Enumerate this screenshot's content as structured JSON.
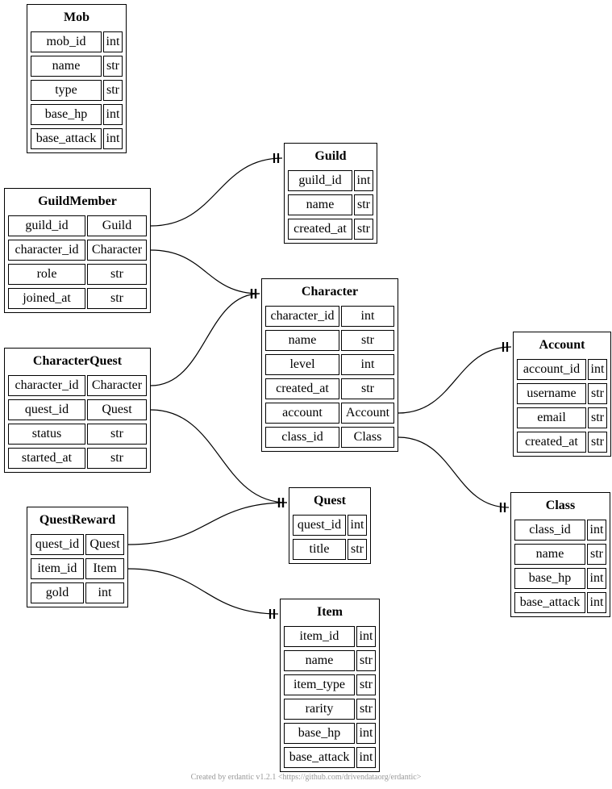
{
  "entities": [
    {
      "id": "Mob",
      "title": "Mob",
      "fields": [
        [
          "mob_id",
          "int"
        ],
        [
          "name",
          "str"
        ],
        [
          "type",
          "str"
        ],
        [
          "base_hp",
          "int"
        ],
        [
          "base_attack",
          "int"
        ]
      ]
    },
    {
      "id": "Guild",
      "title": "Guild",
      "fields": [
        [
          "guild_id",
          "int"
        ],
        [
          "name",
          "str"
        ],
        [
          "created_at",
          "str"
        ]
      ]
    },
    {
      "id": "GuildMember",
      "title": "GuildMember",
      "fields": [
        [
          "guild_id",
          "Guild"
        ],
        [
          "character_id",
          "Character"
        ],
        [
          "role",
          "str"
        ],
        [
          "joined_at",
          "str"
        ]
      ]
    },
    {
      "id": "Character",
      "title": "Character",
      "fields": [
        [
          "character_id",
          "int"
        ],
        [
          "name",
          "str"
        ],
        [
          "level",
          "int"
        ],
        [
          "created_at",
          "str"
        ],
        [
          "account",
          "Account"
        ],
        [
          "class_id",
          "Class"
        ]
      ]
    },
    {
      "id": "Account",
      "title": "Account",
      "fields": [
        [
          "account_id",
          "int"
        ],
        [
          "username",
          "str"
        ],
        [
          "email",
          "str"
        ],
        [
          "created_at",
          "str"
        ]
      ]
    },
    {
      "id": "CharacterQuest",
      "title": "CharacterQuest",
      "fields": [
        [
          "character_id",
          "Character"
        ],
        [
          "quest_id",
          "Quest"
        ],
        [
          "status",
          "str"
        ],
        [
          "started_at",
          "str"
        ]
      ]
    },
    {
      "id": "Quest",
      "title": "Quest",
      "fields": [
        [
          "quest_id",
          "int"
        ],
        [
          "title",
          "str"
        ]
      ]
    },
    {
      "id": "Class",
      "title": "Class",
      "fields": [
        [
          "class_id",
          "int"
        ],
        [
          "name",
          "str"
        ],
        [
          "base_hp",
          "int"
        ],
        [
          "base_attack",
          "int"
        ]
      ]
    },
    {
      "id": "QuestReward",
      "title": "QuestReward",
      "fields": [
        [
          "quest_id",
          "Quest"
        ],
        [
          "item_id",
          "Item"
        ],
        [
          "gold",
          "int"
        ]
      ]
    },
    {
      "id": "Item",
      "title": "Item",
      "fields": [
        [
          "item_id",
          "int"
        ],
        [
          "name",
          "str"
        ],
        [
          "item_type",
          "str"
        ],
        [
          "rarity",
          "str"
        ],
        [
          "base_hp",
          "int"
        ],
        [
          "base_attack",
          "int"
        ]
      ]
    }
  ],
  "relationships": [
    {
      "from": "GuildMember",
      "field": "guild_id",
      "to": "Guild"
    },
    {
      "from": "GuildMember",
      "field": "character_id",
      "to": "Character"
    },
    {
      "from": "CharacterQuest",
      "field": "character_id",
      "to": "Character"
    },
    {
      "from": "CharacterQuest",
      "field": "quest_id",
      "to": "Quest"
    },
    {
      "from": "Character",
      "field": "account",
      "to": "Account"
    },
    {
      "from": "Character",
      "field": "class_id",
      "to": "Class"
    },
    {
      "from": "QuestReward",
      "field": "quest_id",
      "to": "Quest"
    },
    {
      "from": "QuestReward",
      "field": "item_id",
      "to": "Item"
    }
  ],
  "footer": "Created by erdantic v1.2.1 <https://github.com/drivendataorg/erdantic>"
}
